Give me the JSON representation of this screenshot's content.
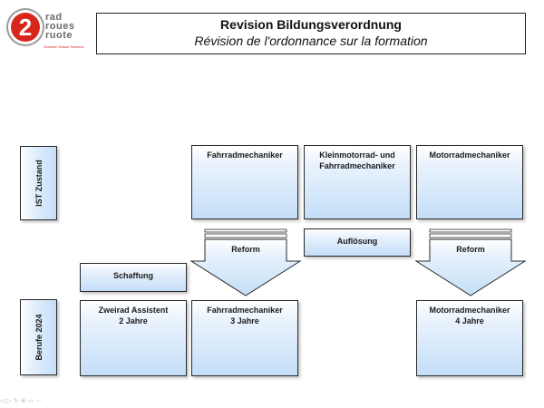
{
  "logo": {
    "mark": "2",
    "words": [
      "rad",
      "roues",
      "ruote"
    ],
    "tagline": "Schweiz Suisse Svizzera"
  },
  "title": {
    "de": "Revision Bildungsverordnung",
    "fr": "Révision de l'ordonnance sur la formation"
  },
  "rows": {
    "ist": "IST Zustand",
    "berufe": "Berufe 2024"
  },
  "current": {
    "fahrrad": [
      "Fahrradmechaniker"
    ],
    "kleinmotorrad": [
      "Kleinmotorrad- und",
      "Fahrradmechaniker"
    ],
    "motorrad": [
      "Motorradmechaniker"
    ]
  },
  "actions": {
    "reform_left": "Reform",
    "aufloesung": "Auflösung",
    "reform_right": "Reform",
    "schaffung": "Schaffung"
  },
  "future": {
    "zweirad": [
      "Zweirad Assistent",
      "2 Jahre"
    ],
    "fahrrad": [
      "Fahrradmechaniker",
      "3 Jahre"
    ],
    "motorrad": [
      "Motorradmechaniker",
      "4 Jahre"
    ]
  },
  "colors": {
    "box_top": "#ffffff",
    "box_bottom": "#c4def8",
    "logo_red": "#d9261c",
    "border": "#2a2a2a"
  },
  "footer_icons": [
    "nav-prev-icon",
    "nav-next-icon",
    "pen-icon",
    "zoom-icon",
    "menu-icon",
    "more-icon"
  ]
}
